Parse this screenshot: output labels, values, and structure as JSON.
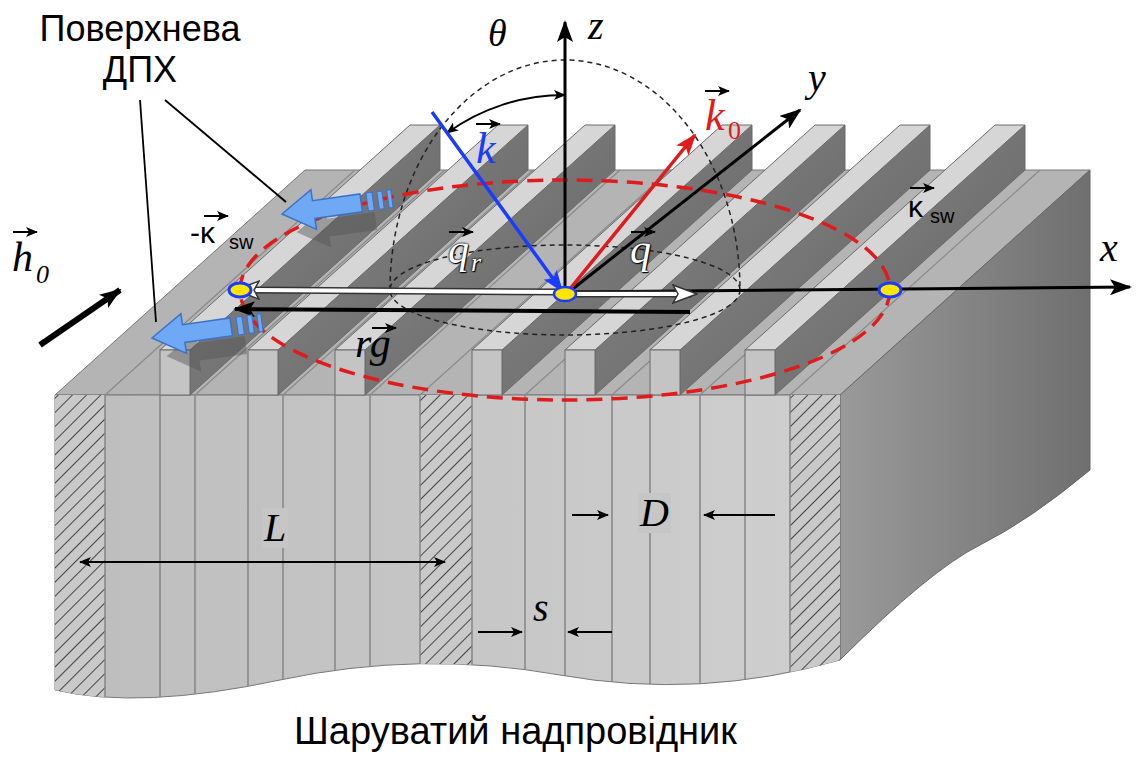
{
  "diagram": {
    "caption": "Шаруватий надпровідник",
    "labels": [
      "z",
      "θ",
      "k",
      "k",
      "0",
      "y",
      "x",
      "-κ",
      "sw",
      "κ",
      "sw",
      "q",
      "r",
      "q",
      "rg",
      "h",
      "0",
      "L",
      "D",
      "s",
      "Поверхнева ДПХ"
    ]
  }
}
